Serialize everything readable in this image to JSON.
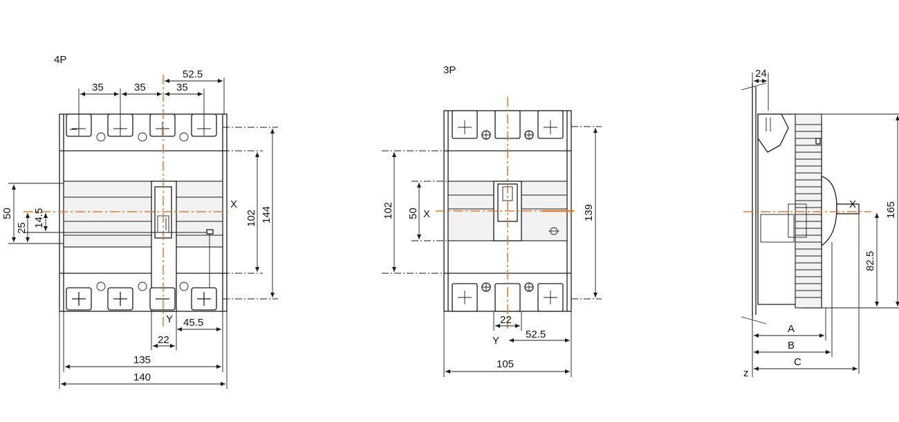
{
  "views": {
    "four_pole": {
      "label": "4P",
      "dims": {
        "pitch_1": "35",
        "pitch_2": "35",
        "pitch_3": "35",
        "right_offset": "52.5",
        "overall_width": "140",
        "body_width": "135",
        "handle_width": "22",
        "right_bottom": "45.5",
        "h_50": "50",
        "h_25": "25",
        "h_14_5": "14.5",
        "h_102": "102",
        "h_144": "144"
      },
      "axis_x": "X",
      "axis_y": "Y"
    },
    "three_pole": {
      "label": "3P",
      "dims": {
        "h_102": "102",
        "h_50": "50",
        "h_139": "139",
        "handle_width": "22",
        "right_offset": "52.5",
        "overall_width": "105"
      },
      "axis_x": "X",
      "axis_y": "Y"
    },
    "side": {
      "dims": {
        "top_24": "24",
        "h_165": "165",
        "h_82_5": "82.5",
        "dim_a": "A",
        "dim_b": "B",
        "dim_c": "C"
      },
      "axis_x": "X",
      "axis_z": "z"
    }
  },
  "colors": {
    "centerline": "#e07a2e",
    "line": "#1a1a1a"
  }
}
